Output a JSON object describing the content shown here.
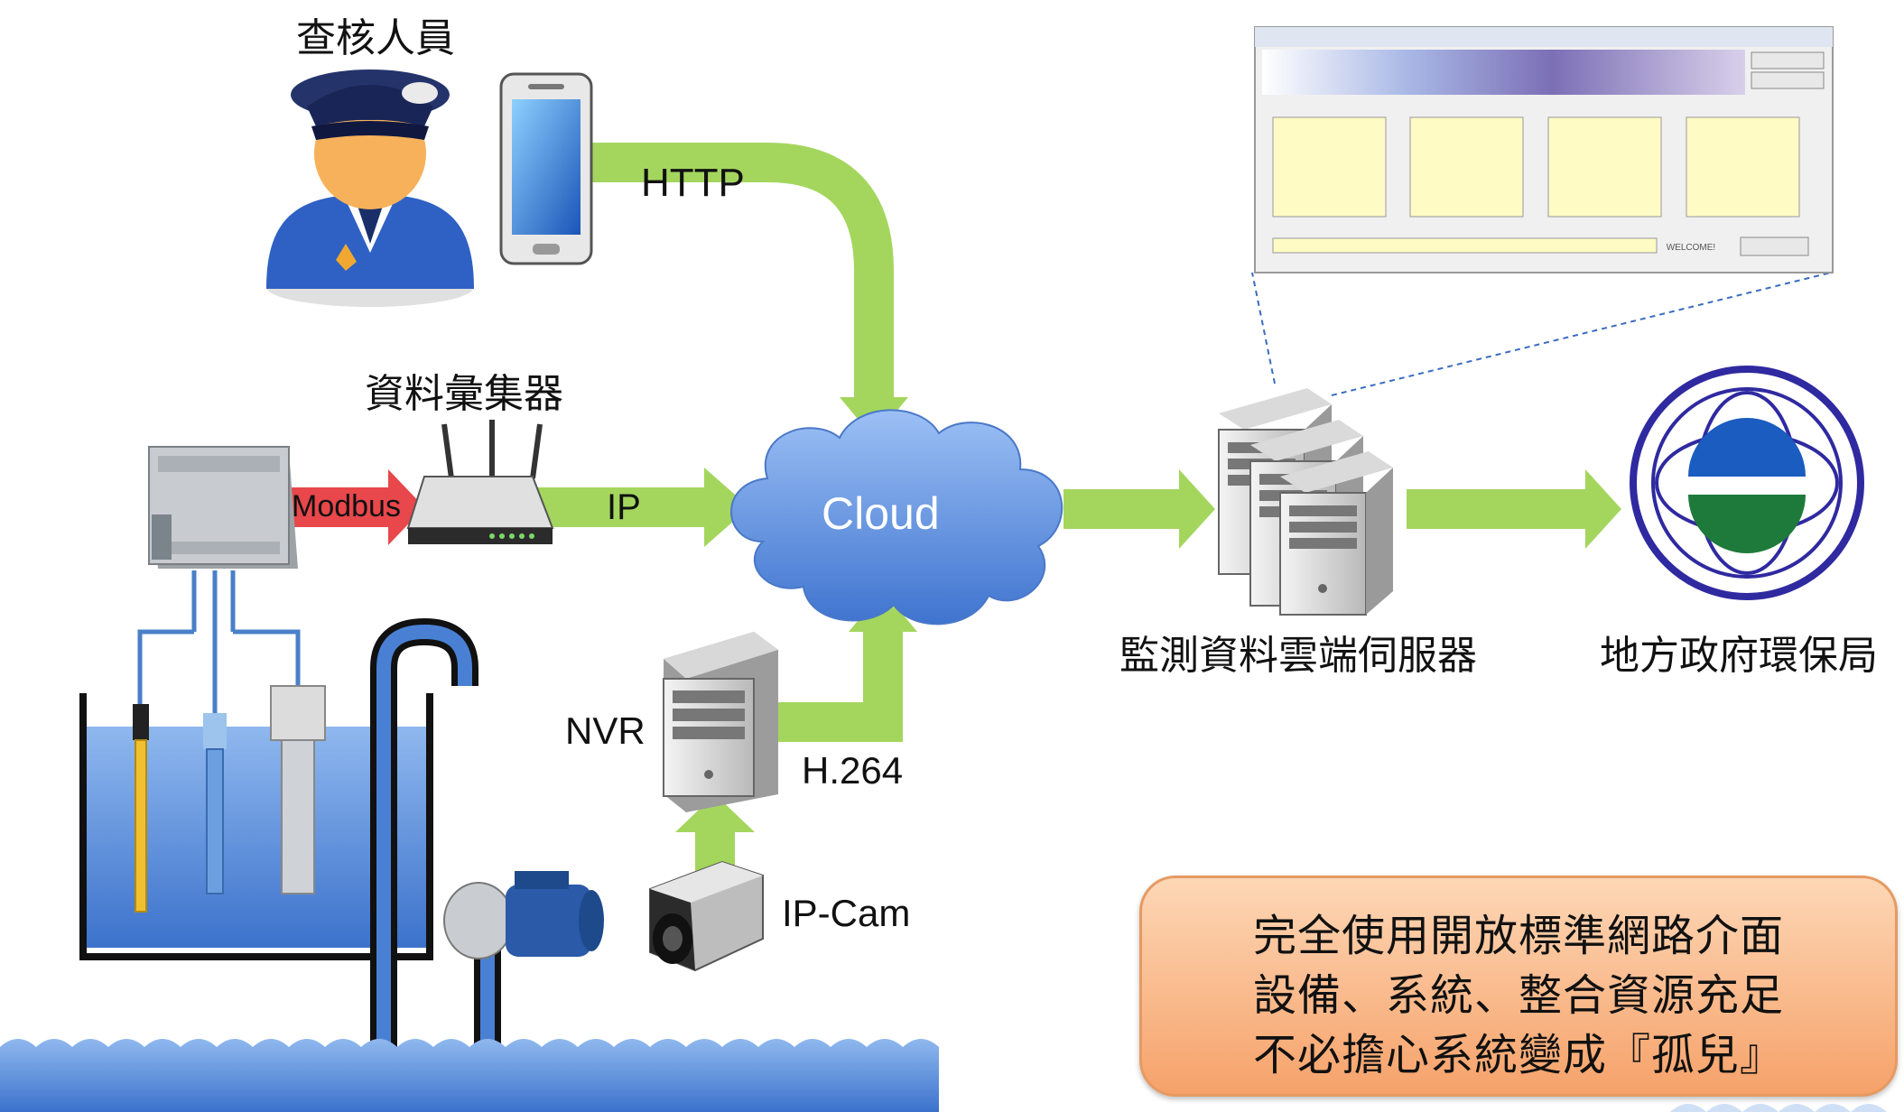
{
  "labels": {
    "inspector": "查核人員",
    "collector": "資料彙集器",
    "server": "監測資料雲端伺服器",
    "agency": "地方政府環保局",
    "nvr": "NVR",
    "ipcam": "IP-Cam"
  },
  "protocols": {
    "http": "HTTP",
    "modbus": "Modbus",
    "ip": "IP",
    "cloud": "Cloud",
    "h264": "H.264"
  },
  "note": {
    "line1": "完全使用開放標準網路介面",
    "line2": "設備、系統、整合資源充足",
    "line3": "不必擔心系統變成『孤兒』"
  },
  "screenshot": {
    "status_text": "WELCOME!"
  },
  "colors": {
    "arrow_green": "#a4d65e",
    "modbus_red": "#e8474b",
    "cloud_blue": "#5b8fde",
    "water_blue": "#4a7fd0",
    "note_orange": "#f6a26a"
  },
  "icons": [
    "police-officer-icon",
    "smartphone-icon",
    "plc-module-icon",
    "router-icon",
    "cloud-icon",
    "server-cluster-icon",
    "epa-logo-icon",
    "nvr-server-icon",
    "ip-camera-icon",
    "water-tank-icon",
    "sensor-probe-icon",
    "pump-icon"
  ]
}
